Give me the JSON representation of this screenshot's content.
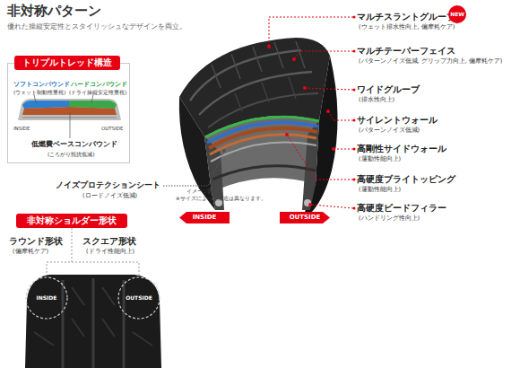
{
  "diagram": {
    "title": "非対称パターン",
    "nodes": [
      {
        "text": [
          "NEW"
        ]
      },
      {
        "text": [
          "トリプルトレッド構造"
        ]
      },
      {
        "text": [
          "ソフトコンパウンド",
          "(ウェット制動性重視)",
          "ハードコンパウンド",
          "(ドライ操縦安定性重視)",
          "INSIDE",
          "OUTSIDE",
          "低燃費ベースコンパウンド",
          "(ころがり抵抗低減)"
        ]
      },
      {
        "text": [
          "INSIDE"
        ]
      },
      {
        "text": [
          "OUTSIDE"
        ]
      },
      {
        "text": [
          "非対称ショルダー形状"
        ]
      },
      {
        "text": [
          "INSIDE"
        ]
      },
      {
        "text": [
          "OUTSIDE"
        ]
      }
    ],
    "labels": [
      "優れた操縦安定性とスタイリッシュなデザインを両立。",
      "マルチスラントグルーブ",
      "(ウェット排水性向上, 偏摩耗ケア)",
      "マルチテーパーフェイス",
      "(パターンノイズ低減, グリップ力向上, 偏摩耗ケア)",
      "ワイドグルーブ",
      "(排水性向上)",
      "サイレントウォール",
      "(パターンノイズ低減)",
      "高剛性サイドウォール",
      "(運動性能向上)",
      "高硬度ブライトッピング",
      "(運動性能向上)",
      "高硬度ビードフィラー",
      "(ハンドリング性向上)",
      "ノイズプロテクションシート",
      "(ロードノイズ低減)",
      "イメージ図",
      "※サイズによって構造は異なります。",
      "ラウンド形状",
      "(偏摩耗ケア)",
      "スクエア形状",
      "(ドライ性能向上)"
    ]
  }
}
